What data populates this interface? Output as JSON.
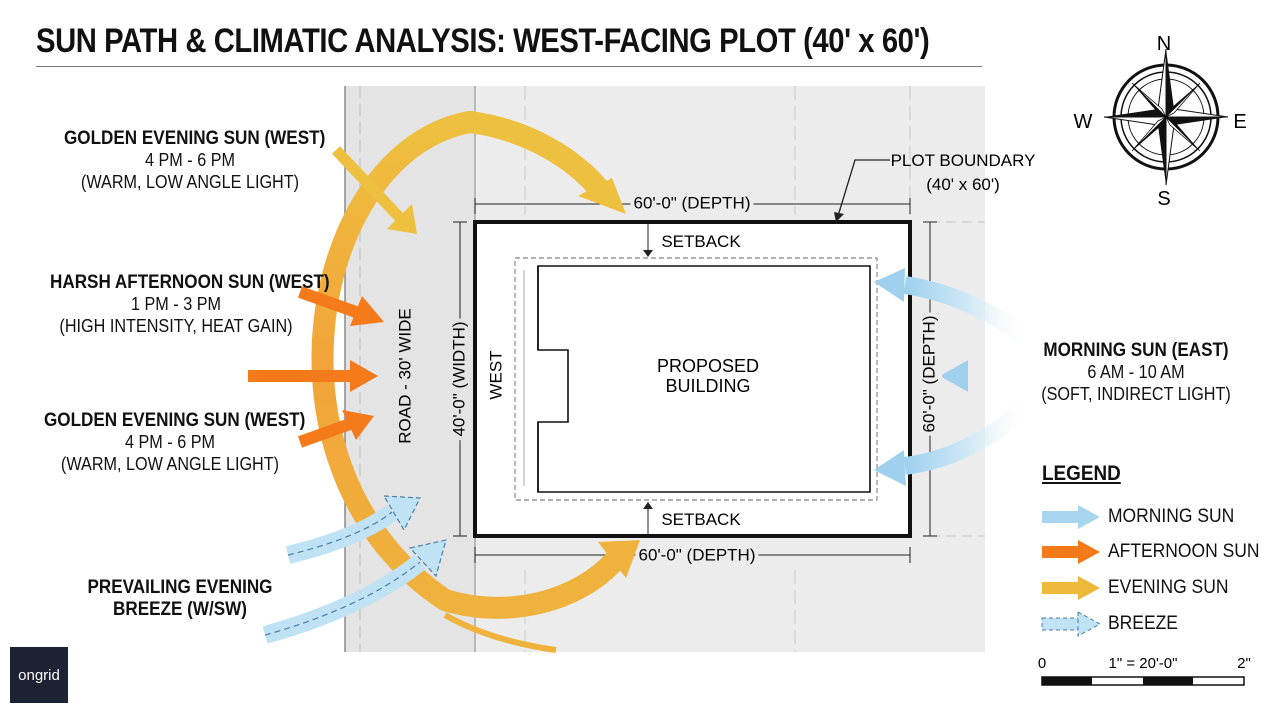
{
  "title": "SUN PATH & CLIMATIC ANALYSIS: WEST-FACING PLOT (40' x 60')",
  "compass": {
    "n": "N",
    "s": "S",
    "e": "E",
    "w": "W"
  },
  "labels": {
    "golden_top": {
      "heading": "GOLDEN EVENING SUN (WEST)",
      "time": "4 PM - 6 PM",
      "note": "(WARM, LOW ANGLE LIGHT)"
    },
    "harsh": {
      "heading": "HARSH AFTERNOON SUN (WEST)",
      "time": "1 PM - 3 PM",
      "note": "(HIGH INTENSITY, HEAT GAIN)"
    },
    "golden_bottom": {
      "heading": "GOLDEN EVENING SUN (WEST)",
      "time": "4 PM - 6 PM",
      "note": "(WARM, LOW ANGLE LIGHT)"
    },
    "breeze": {
      "line1": "PREVAILING EVENING",
      "line2": "BREEZE (W/SW)"
    },
    "morning": {
      "heading": "MORNING SUN (EAST)",
      "time": "6 AM - 10 AM",
      "note": "(SOFT, INDIRECT LIGHT)"
    },
    "plot_boundary": {
      "line1": "PLOT BOUNDARY",
      "line2": "(40' x 60')"
    }
  },
  "plan": {
    "depth_top": "60'-0\" (DEPTH)",
    "depth_bottom": "60'-0\" (DEPTH)",
    "depth_right": "60'-0\" (DEPTH)",
    "width_left": "40'-0\" (WIDTH)",
    "road": "ROAD - 30' WIDE",
    "west": "WEST",
    "setback_top": "SETBACK",
    "setback_bottom": "SETBACK",
    "building_line1": "PROPOSED",
    "building_line2": "BUILDING"
  },
  "legend": {
    "title": "LEGEND",
    "items": [
      {
        "label": "MORNING SUN",
        "color": "#a9d6ef"
      },
      {
        "label": "AFTERNOON SUN",
        "color": "#f47a1a"
      },
      {
        "label": "EVENING SUN",
        "color": "#eeb93a"
      },
      {
        "label": "BREEZE",
        "color": "#bfe2f5"
      }
    ]
  },
  "scale": {
    "zero": "0",
    "mid": "1\" = 20'-0\"",
    "end": "2\""
  },
  "logo": "ongrid"
}
